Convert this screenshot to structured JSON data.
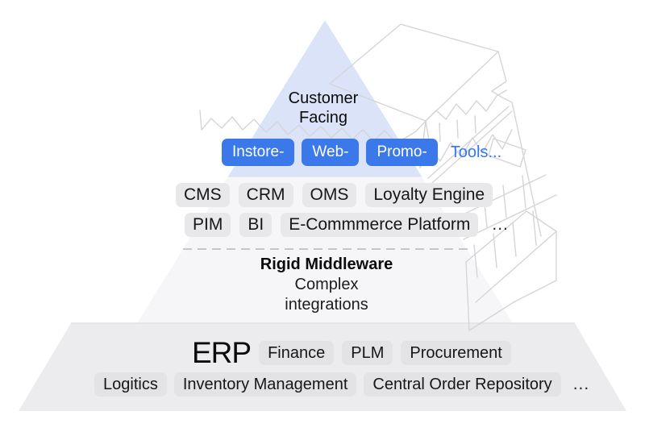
{
  "diagram": {
    "customer_facing": {
      "label_line1": "Customer",
      "label_line2": "Facing",
      "tool_buttons": [
        "Instore-",
        "Web-",
        "Promo-"
      ],
      "tools_more": "Tools..."
    },
    "applications": {
      "row1": [
        "CMS",
        "CRM",
        "OMS",
        "Loyalty Engine"
      ],
      "row2": [
        "PIM",
        "BI",
        "E-Commmerce Platform"
      ],
      "row2_more": "..."
    },
    "middleware": {
      "title": "Rigid Middleware",
      "subtitle_line1": "Complex",
      "subtitle_line2": "integrations"
    },
    "erp": {
      "label": "ERP",
      "row1": [
        "Finance",
        "PLM",
        "Procurement"
      ],
      "row2": [
        "Logitics",
        "Inventory Management",
        "Central Order Repository"
      ],
      "row2_more": "..."
    },
    "colors": {
      "accent_blue": "#3b79ea",
      "link_blue": "#3577f4",
      "triangle_fill": "#dbe3f8",
      "middle_trapezoid_fill": "#f6f6f8",
      "bottom_trapezoid_fill": "#ececee",
      "chip_fill": "#e8e8ea",
      "wireframe_stroke": "#d5d5d9",
      "dashed_line": "#c6c6ca"
    }
  }
}
